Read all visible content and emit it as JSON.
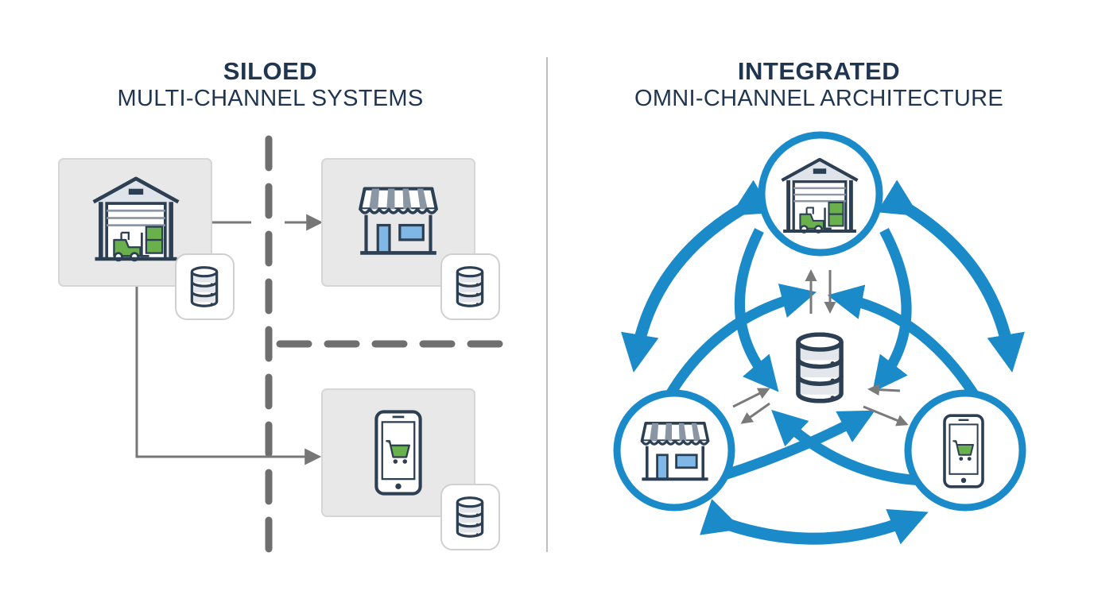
{
  "left_panel": {
    "title_line1": "SILOED",
    "title_line2": "MULTI-CHANNEL SYSTEMS",
    "nodes": [
      {
        "id": "warehouse",
        "icon": "warehouse-forklift-icon"
      },
      {
        "id": "store",
        "icon": "storefront-icon"
      },
      {
        "id": "mobile",
        "icon": "mobile-cart-icon"
      }
    ],
    "node_badge_icon": "database-icon"
  },
  "right_panel": {
    "title_line1": "INTEGRATED",
    "title_line2": "OMNI-CHANNEL ARCHITECTURE",
    "hub_icon": "database-icon",
    "nodes": [
      {
        "id": "warehouse",
        "icon": "warehouse-forklift-icon"
      },
      {
        "id": "store",
        "icon": "storefront-icon"
      },
      {
        "id": "mobile",
        "icon": "mobile-cart-icon"
      }
    ]
  },
  "colors": {
    "title": "#1f3550",
    "icon_outline": "#2d3f52",
    "accent_blue": "#1a8ac9",
    "accent_green": "#6ab04c",
    "panel_gray": "#e8e8e8",
    "divider_gray": "#7a7a7a"
  }
}
